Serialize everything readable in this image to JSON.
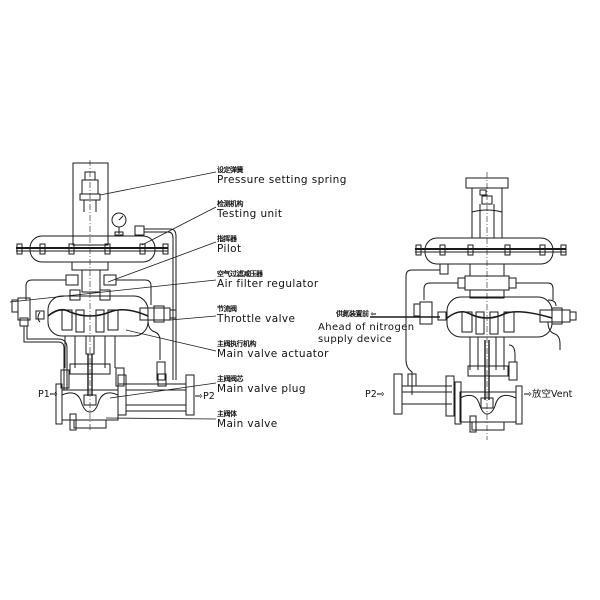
{
  "diagram": {
    "left_assembly": {
      "labels": [
        {
          "cn": "设定弹簧",
          "en": "Pressure setting spring"
        },
        {
          "cn": "检测机构",
          "en": "Testing unit"
        },
        {
          "cn": "指挥器",
          "en": "Pilot"
        },
        {
          "cn": "空气过滤减压器",
          "en": "Air filter regulator"
        },
        {
          "cn": "节流阀",
          "en": "Throttle valve"
        },
        {
          "cn": "主阀执行机构",
          "en": "Main valve actuator"
        },
        {
          "cn": "主阀阀芯",
          "en": "Main valve plug"
        },
        {
          "cn": "主阀体",
          "en": "Main valve"
        }
      ],
      "ports": {
        "inlet": "P1⇨",
        "outlet": "⇨P2"
      }
    },
    "right_assembly": {
      "nitrogen": {
        "cn": "供氮装置前 ⇦",
        "en_line1": "Ahead of nitrogen",
        "en_line2": "supply device"
      },
      "ports": {
        "inlet": "P2⇨",
        "outlet": "⇨放空Vent"
      }
    },
    "colors": {
      "line": "#1a1a1a",
      "background": "#ffffff"
    }
  }
}
